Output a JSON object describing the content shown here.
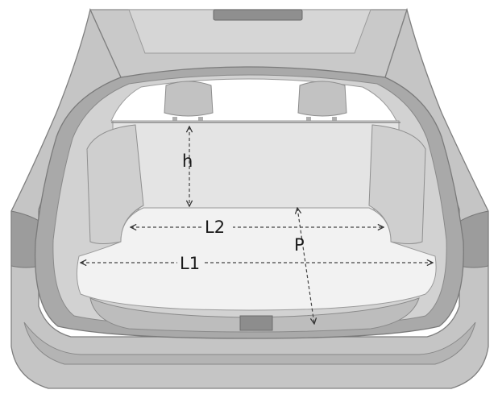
{
  "diagram": {
    "labels": {
      "height": "h",
      "length_inner": "L2",
      "length_outer": "L1",
      "depth": "P"
    }
  }
}
